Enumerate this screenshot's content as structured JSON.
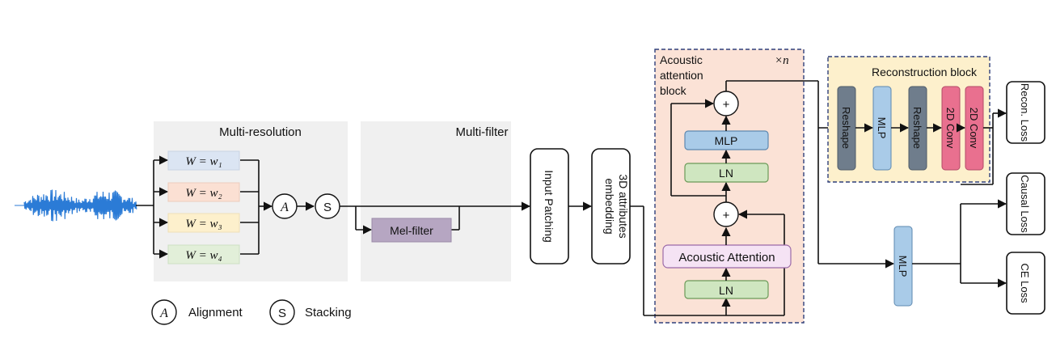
{
  "multi_resolution": {
    "title": "Multi-resolution",
    "windows": [
      "W = w₁",
      "W = w₂",
      "W = w₃",
      "W = w₄"
    ],
    "colors": [
      "#dbe5f3",
      "#fbe0d3",
      "#fdf0cc",
      "#e2efd9"
    ]
  },
  "multi_filter": {
    "title": "Multi-filter",
    "mel_filter": "Mel-filter"
  },
  "ops": {
    "alignment_symbol": "A",
    "stacking_symbol": "S"
  },
  "input_patching": "Input Patching",
  "attr_embedding": [
    "3D attributes",
    "embedding"
  ],
  "acoustic_block": {
    "title": [
      "Acoustic",
      "attention",
      "block"
    ],
    "repeat": "×n",
    "mlp": "MLP",
    "ln_top": "LN",
    "acoustic_attention": "Acoustic Attention",
    "ln_bottom": "LN",
    "plus": "+"
  },
  "reconstruction": {
    "title": "Reconstruction block",
    "items": [
      "Reshape",
      "MLP",
      "Reshape",
      "2D Conv",
      "2D Conv"
    ],
    "colors": [
      "#6f7d8c",
      "#a9cbe8",
      "#6f7d8c",
      "#e9708f",
      "#e9708f"
    ]
  },
  "head_mlp": "MLP",
  "losses": [
    "Recon. Loss",
    "Causal Loss",
    "CE Loss"
  ],
  "legend": {
    "alignment_symbol": "A",
    "alignment_label": "Alignment",
    "stacking_symbol": "S",
    "stacking_label": "Stacking"
  }
}
